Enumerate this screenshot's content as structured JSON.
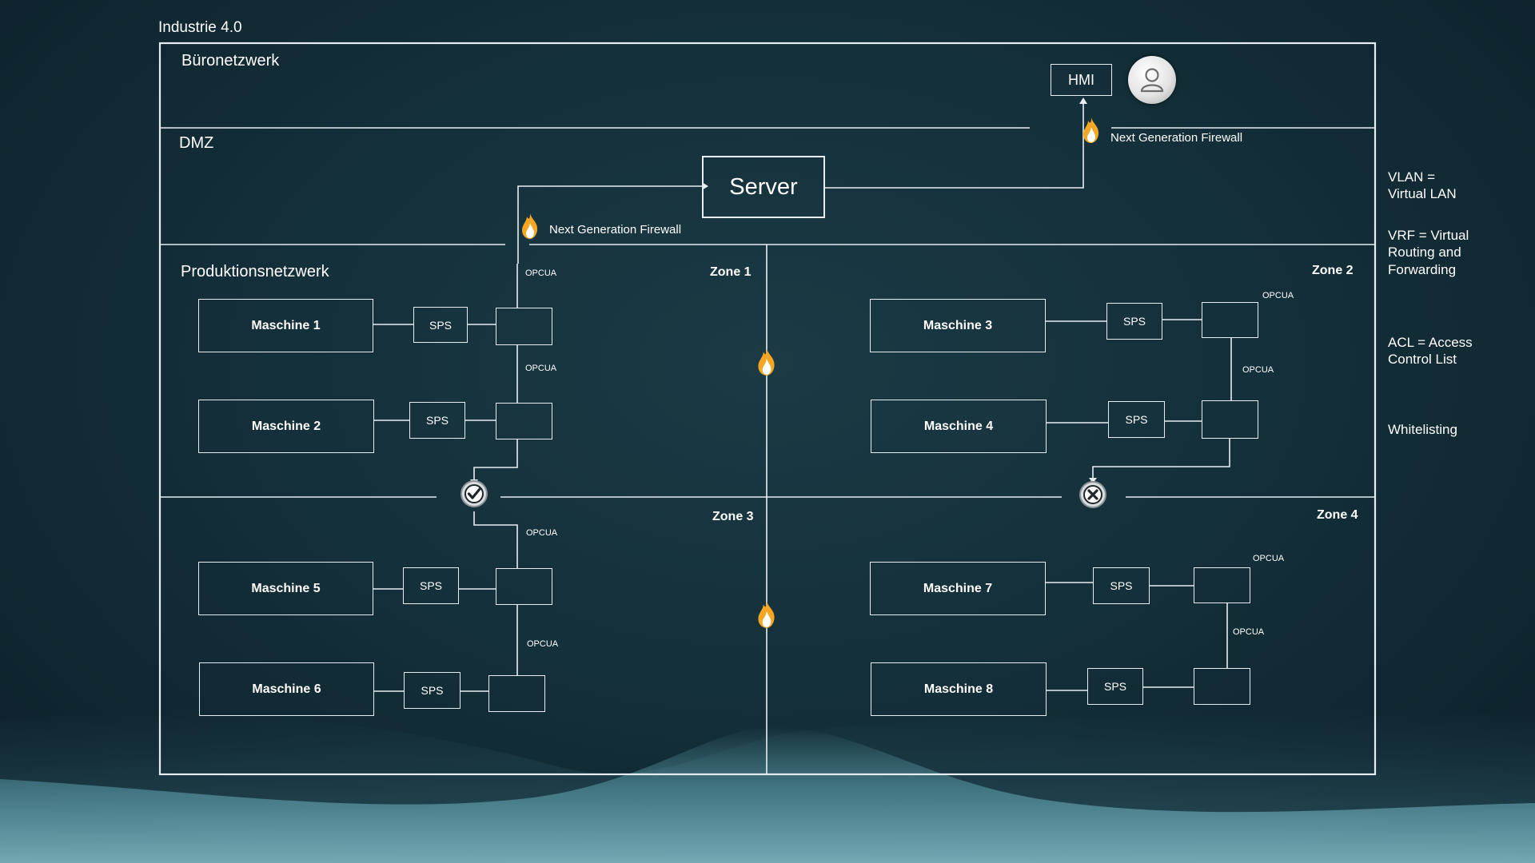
{
  "title": "Industrie 4.0",
  "networks": {
    "office": "Büronetzwerk",
    "dmz": "DMZ",
    "production": "Produktionsnetzwerk"
  },
  "server_label": "Server",
  "hmi_label": "HMI",
  "firewall_label": "Next Generation Firewall",
  "zones": [
    "Zone 1",
    "Zone 2",
    "Zone 3",
    "Zone 4"
  ],
  "machines": [
    "Maschine 1",
    "Maschine 2",
    "Maschine 3",
    "Maschine 4",
    "Maschine 5",
    "Maschine 6",
    "Maschine 7",
    "Maschine 8"
  ],
  "sps_label": "SPS",
  "protocol_label": "OPCUA",
  "legend": {
    "vlan": "VLAN = Virtual LAN",
    "vrf": "VRF = Virtual Routing and Forwarding",
    "acl": "ACL = Access Control List",
    "whitelisting": "Whitelisting"
  },
  "icons": {
    "firewall": "fire-icon",
    "allowed": "check-circle-icon",
    "blocked": "x-circle-icon",
    "user": "user-avatar-icon"
  },
  "colors": {
    "background": "#14303a",
    "lines": "#e6eef2",
    "flame": "#f5a623"
  }
}
